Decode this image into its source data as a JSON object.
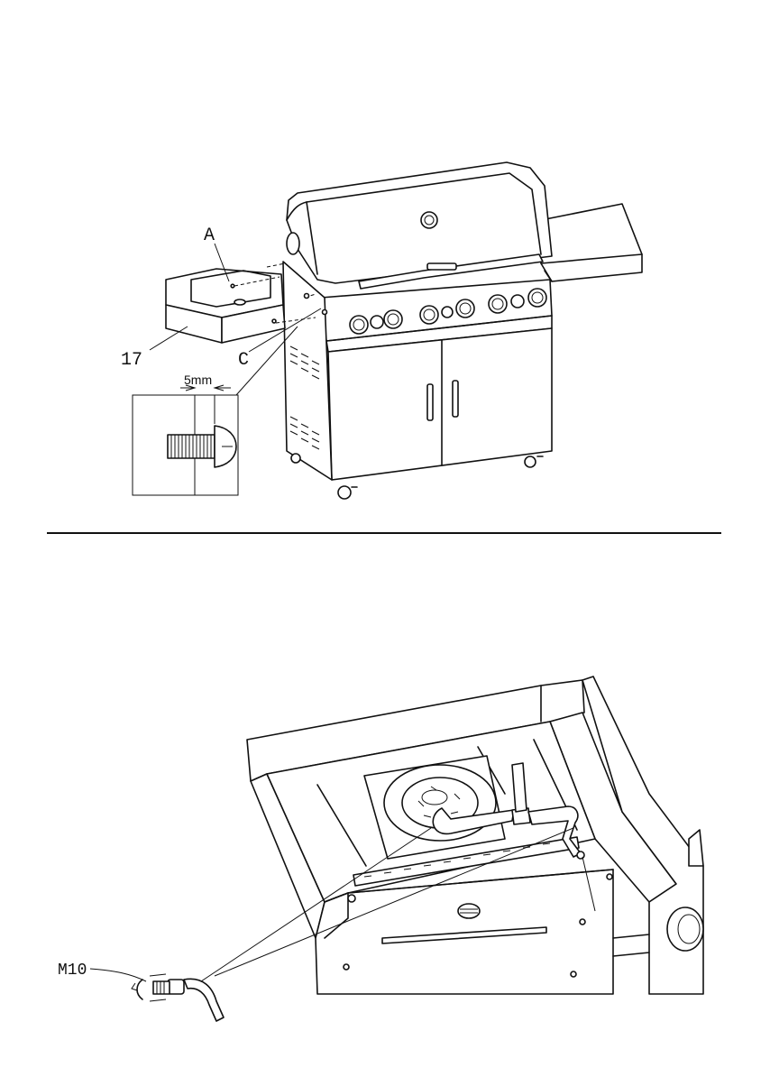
{
  "top_figure": {
    "label_a": "A",
    "label_17": "17",
    "label_c": "C",
    "dimension_5mm": "5mm"
  },
  "bottom_figure": {
    "label_m10": "M10"
  }
}
